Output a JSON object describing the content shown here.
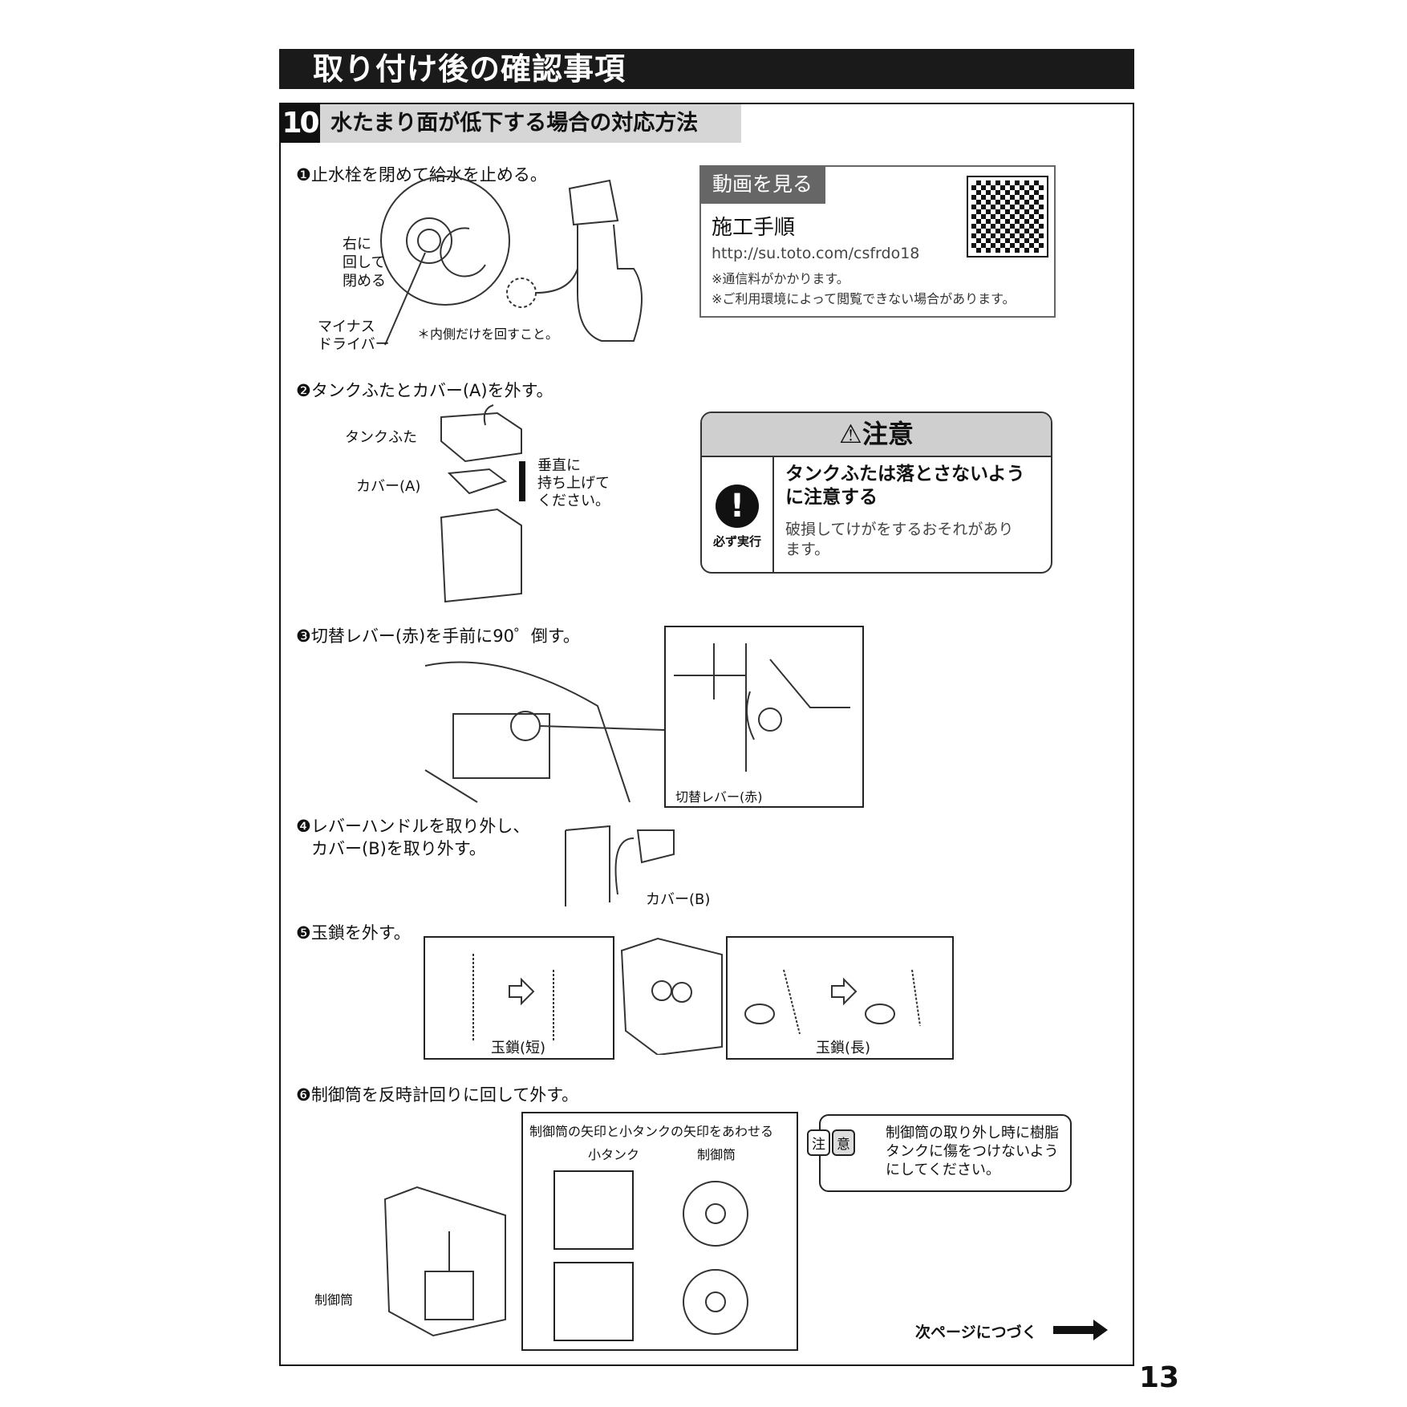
{
  "title": "取り付け後の確認事項",
  "section": {
    "number": "10",
    "title": "水たまり面が低下する場合の対応方法"
  },
  "steps": [
    {
      "text": "❶止水栓を閉めて給水を止める。",
      "labels": [
        "右に",
        "回して",
        "閉める",
        "マイナス",
        "ドライバー",
        "＊内側だけを回すこと。"
      ]
    },
    {
      "text": "❷タンクふたとカバー(A)を外す。",
      "labels": [
        "タンクふた",
        "カバー(A)",
        "垂直に",
        "持ち上げて",
        "ください。"
      ]
    },
    {
      "text": "❸切替レバー(赤)を手前に90゜倒す。",
      "labels": [
        "切替レバー(赤)"
      ]
    },
    {
      "text": "❹レバーハンドルを取り外し、",
      "text2": "カバー(B)を取り外す。",
      "labels": [
        "カバー(B)"
      ]
    },
    {
      "text": "❺玉鎖を外す。",
      "labels": [
        "玉鎖(短)",
        "玉鎖(長)"
      ]
    },
    {
      "text": "❻制御筒を反時計回りに回して外す。",
      "labels": [
        "制御筒の矢印と小タンクの矢印をあわせる",
        "小タンク",
        "制御筒",
        "制御筒"
      ]
    }
  ],
  "video": {
    "tag": "動画を見る",
    "heading": "施工手順",
    "url": "http://su.toto.com/csfrdo18",
    "notes": [
      "※通信料がかかります。",
      "※ご利用環境によって閲覧できない場合があります。"
    ]
  },
  "caution": {
    "title": "注意",
    "icon_label": "必ず実行",
    "heading": [
      "タンクふたは落とさないよう",
      "に注意する"
    ],
    "body": [
      "破損してけがをするおそれがあり",
      "ます。"
    ]
  },
  "note": {
    "badge": [
      "注",
      "意"
    ],
    "lines": [
      "制御筒の取り外し時に樹脂",
      "タンクに傷をつけないよう",
      "にしてください。"
    ]
  },
  "next_page": "次ページにつづく",
  "page_number": "13"
}
